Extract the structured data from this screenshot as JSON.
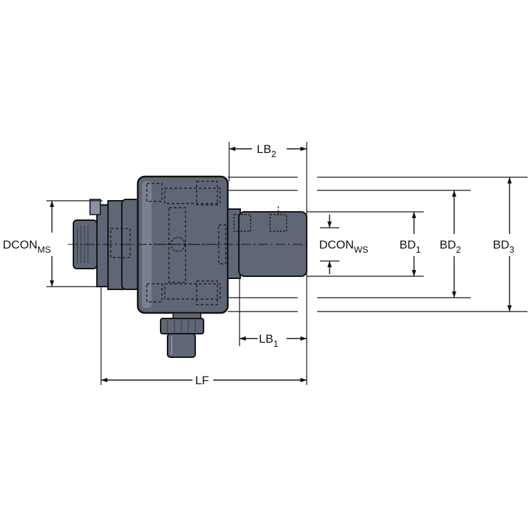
{
  "colors": {
    "body_fill": "#5f6776",
    "body_light": "#8a93a3",
    "body_dark": "#2f3440",
    "line": "#111111"
  },
  "labels": {
    "lb2": {
      "main": "LB",
      "sub": "2"
    },
    "lb1": {
      "main": "LB",
      "sub": "1"
    },
    "lf": "LF",
    "dcon_ms": {
      "main": "DCON",
      "sub": "MS"
    },
    "dcon_ws": {
      "main": "DCON",
      "sub": "WS"
    },
    "bd1": {
      "main": "BD",
      "sub": "1"
    },
    "bd2": {
      "main": "BD",
      "sub": "2"
    },
    "bd3": {
      "main": "BD",
      "sub": "3"
    }
  }
}
